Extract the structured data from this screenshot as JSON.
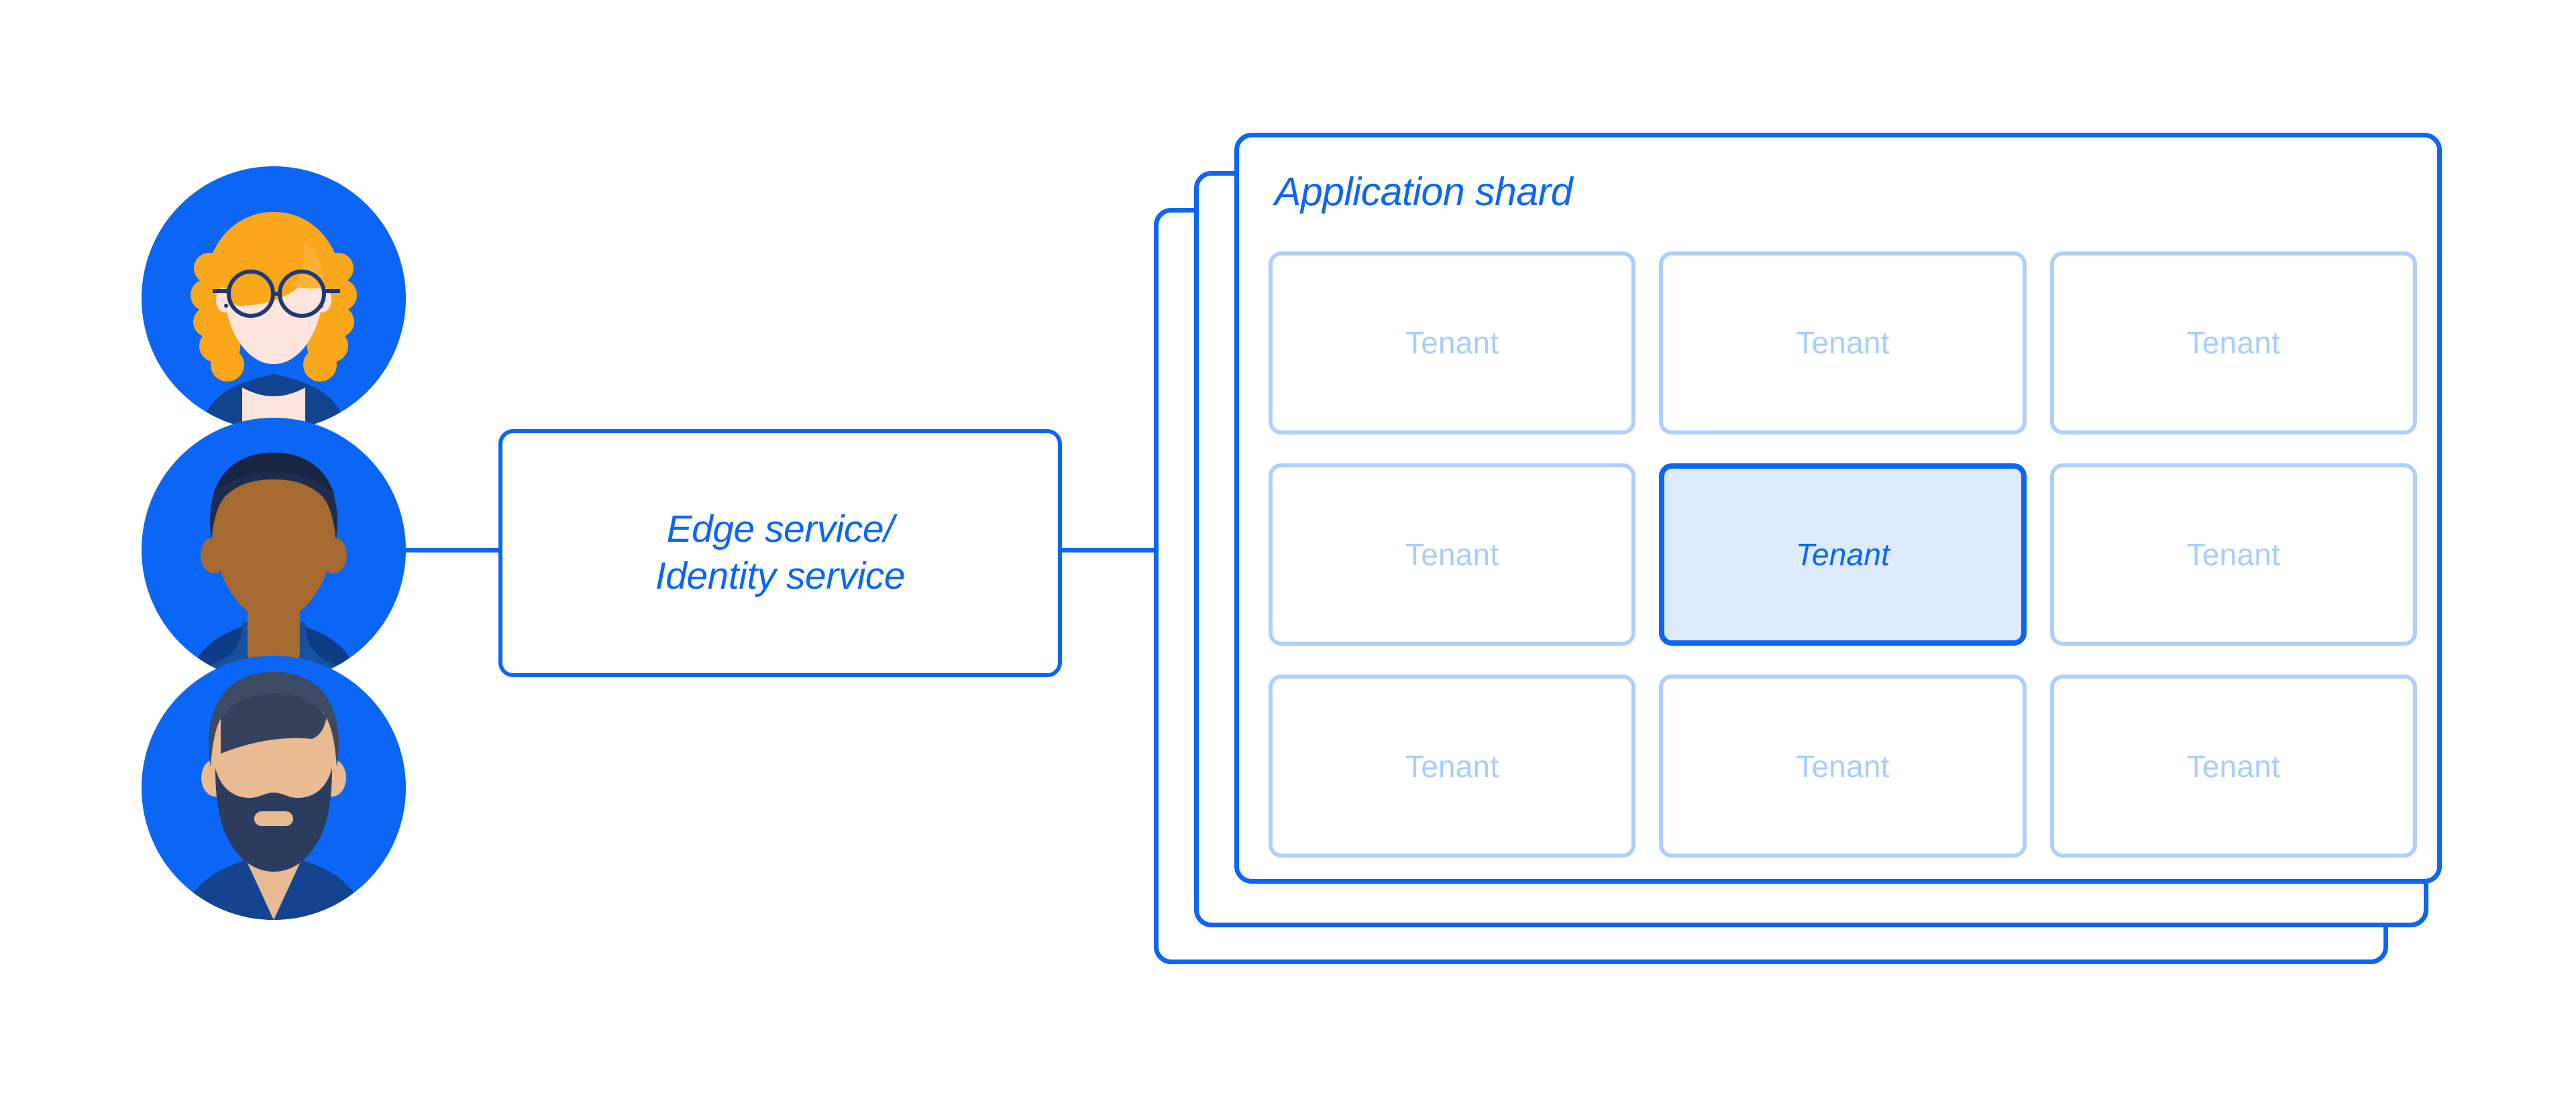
{
  "theme": {
    "accent_blue": "#0b66f5",
    "tenant_border": "#aed0fb",
    "tenant_text": "#a8cefb",
    "active_tenant_fill": "#dcebfe",
    "background": "#ffffff",
    "hair_orange": "#f9a008",
    "skin_light": "#fde4dc",
    "skin_tan": "#e8bb93",
    "skin_brown": "#a6692f",
    "hair_dark": "#3d4a63",
    "shirt_navy": "#12448f"
  },
  "users": {
    "label": "user-avatars",
    "items": [
      {
        "name": "avatar-woman-glasses",
        "hair": "orange",
        "accessory": "glasses"
      },
      {
        "name": "avatar-man-short-hair",
        "hair": "dark",
        "accessory": "none"
      },
      {
        "name": "avatar-man-beard",
        "hair": "dark",
        "accessory": "beard"
      }
    ]
  },
  "edge_service": {
    "line1": "Edge service/",
    "line2": "Identity service"
  },
  "shard": {
    "title": "Application shard",
    "stack_count": 3,
    "tenants": [
      {
        "label": "Tenant",
        "active": false
      },
      {
        "label": "Tenant",
        "active": false
      },
      {
        "label": "Tenant",
        "active": false
      },
      {
        "label": "Tenant",
        "active": false
      },
      {
        "label": "Tenant",
        "active": true
      },
      {
        "label": "Tenant",
        "active": false
      },
      {
        "label": "Tenant",
        "active": false
      },
      {
        "label": "Tenant",
        "active": false
      },
      {
        "label": "Tenant",
        "active": false
      }
    ]
  },
  "connectors": [
    {
      "name": "users-to-edge-service"
    },
    {
      "name": "edge-service-to-shards"
    }
  ]
}
